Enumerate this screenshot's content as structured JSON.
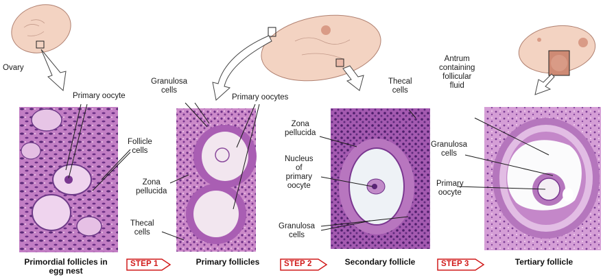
{
  "labels": {
    "ovary": "Ovary",
    "primary_oocyte_1": "Primary oocyte",
    "follicle_cells": "Follicle\ncells",
    "granulosa_cells_1": "Granulosa\ncells",
    "primary_oocytes": "Primary oocytes",
    "zona_pellucida_1": "Zona\npellucida",
    "thecal_cells_1": "Thecal\ncells",
    "thecal_cells_2": "Thecal\ncells",
    "zona_pellucida_2": "Zona\npellucida",
    "nucleus_primary_oocyte": "Nucleus\nof\nprimary\noocyte",
    "granulosa_cells_2": "Granulosa\ncells",
    "antrum": "Antrum\ncontaining\nfollicular\nfluid",
    "granulosa_cells_3": "Granulosa\ncells",
    "primary_oocyte_2": "Primary\noocyte"
  },
  "captions": {
    "primordial": "Primordial follicles in\negg nest",
    "primary": "Primary follicles",
    "secondary": "Secondary follicle",
    "tertiary": "Tertiary follicle"
  },
  "steps": {
    "step1": "STEP 1",
    "step2": "STEP 2",
    "step3": "STEP 3"
  },
  "colors": {
    "tissue_purple": "#9b4fa6",
    "tissue_pink": "#e9b7d7",
    "ovary_fill": "#f5d5c4",
    "step_red": "#d11a1a"
  }
}
